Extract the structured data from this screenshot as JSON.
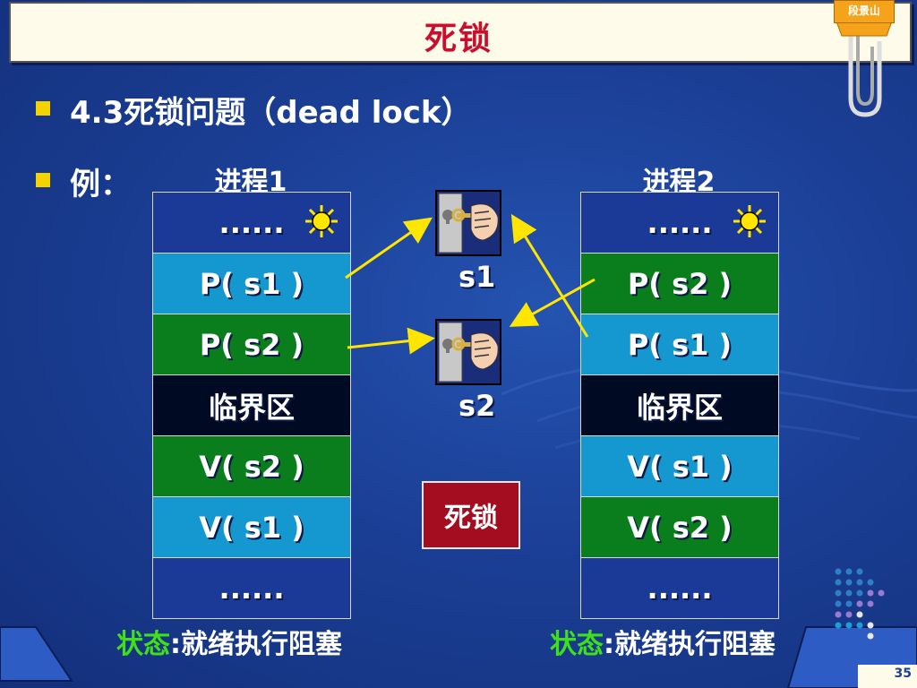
{
  "header": {
    "title": "死锁",
    "author_tag": "段景山"
  },
  "bullets": [
    {
      "text": "4.3死锁问题（dead lock）"
    },
    {
      "text": "例："
    }
  ],
  "process1": {
    "heading": "进程1",
    "cells": [
      "......",
      "P( s1 )",
      "P( s2 )",
      "临界区",
      "V( s2 )",
      "V( s1 )",
      "......"
    ],
    "state_key": "状态",
    "state_value": ":就绪执行阻塞"
  },
  "process2": {
    "heading": "进程2",
    "cells": [
      "......",
      "P( s2 )",
      "P( s1 )",
      "临界区",
      "V( s1 )",
      "V( s2 )",
      "......"
    ],
    "state_key": "状态",
    "state_value": ":就绪执行阻塞"
  },
  "semaphores": {
    "s1_label": "s1",
    "s2_label": "s2",
    "icon": "key-lock-icon"
  },
  "deadlock_badge": "死锁",
  "page_number": "35",
  "colors": {
    "title": "#c8102e",
    "background": "#1b3f96",
    "cyan_cell": "#1597cf",
    "green_cell": "#0a7d1c",
    "critical_cell": "#000a22",
    "arrow": "#ffe600",
    "state_key": "#3fe01a",
    "deadlock_badge": "#a30d1f"
  }
}
